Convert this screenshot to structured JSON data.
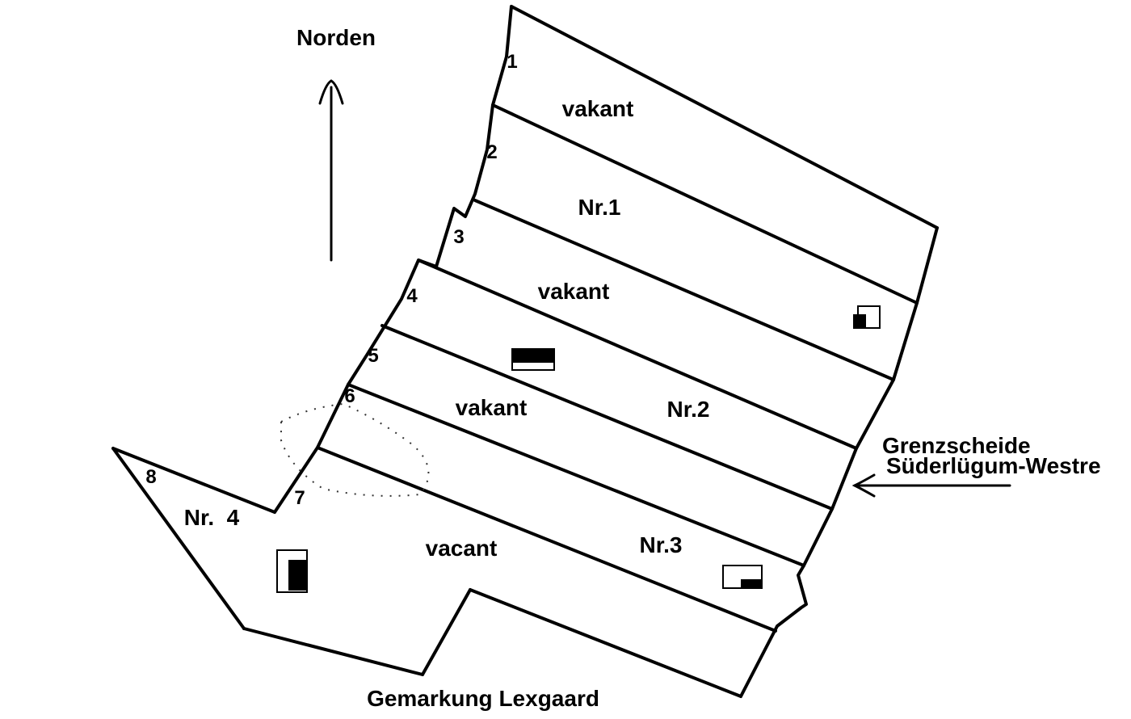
{
  "north_label": "Norden",
  "boundary_label_line1": "Grenzscheide",
  "boundary_label_line2": "Süderlügum-Westre",
  "bottom_label": "Gemarkung Lexgaard",
  "strips": {
    "s1": "vakant",
    "s2": "Nr.1",
    "s3": "vakant",
    "s4a": "vakant",
    "s4b": "Nr.2",
    "s5a": "vacant",
    "s5b": "Nr.3",
    "s6": "Nr.  4"
  },
  "markers": [
    "1",
    "2",
    "3",
    "4",
    "5",
    "6",
    "7",
    "8"
  ],
  "icons": [
    "north-arrow-icon",
    "boundary-arrow-icon",
    "building-icon"
  ]
}
